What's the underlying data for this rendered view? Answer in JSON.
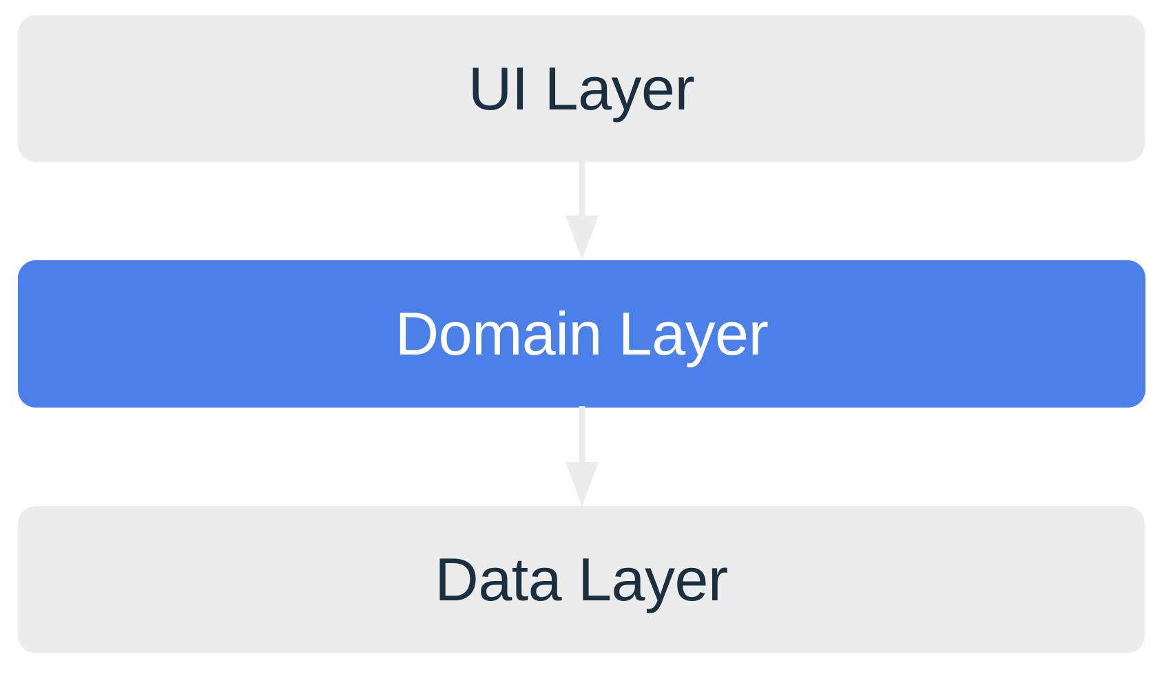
{
  "diagram": {
    "type": "layered-architecture-flow",
    "orientation": "vertical-top-down",
    "background_color": "#ffffff",
    "nodes": [
      {
        "id": "ui-layer",
        "label": "UI Layer",
        "fill": "#ececec",
        "text_color": "#1a3040",
        "highlighted": false
      },
      {
        "id": "domain-layer",
        "label": "Domain Layer",
        "fill": "#4a80e8",
        "text_color": "#ffffff",
        "highlighted": true
      },
      {
        "id": "data-layer",
        "label": "Data Layer",
        "fill": "#ececec",
        "text_color": "#1a3040",
        "highlighted": false
      }
    ],
    "edges": [
      {
        "id": "ui-to-domain",
        "from": "ui-layer",
        "to": "domain-layer",
        "color": "#ececec",
        "arrowhead": "filled-triangle"
      },
      {
        "id": "domain-to-data",
        "from": "domain-layer",
        "to": "data-layer",
        "color": "#ececec",
        "arrowhead": "filled-triangle"
      }
    ]
  }
}
